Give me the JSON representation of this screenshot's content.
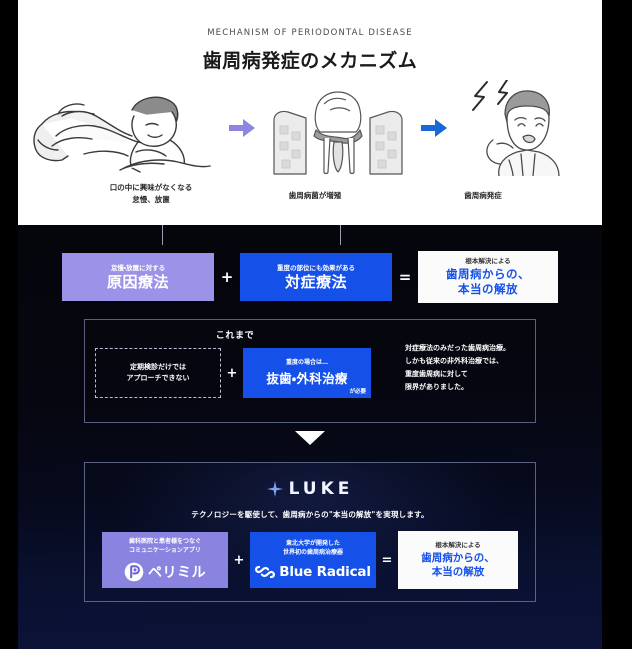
{
  "header": {
    "eyebrow": "MECHANISM OF PERIODONTAL DISEASE",
    "title": "歯周病発症のメカニズム",
    "illustrations": [
      {
        "icon": "person-lying-down-icon",
        "caption_line1": "口の中に興味がなくなる",
        "caption_line2": "怠慢、放置"
      },
      {
        "icon": "tooth-cross-section-icon",
        "caption_line1": "歯周病菌が増殖",
        "caption_line2": ""
      },
      {
        "icon": "person-toothache-icon",
        "caption_line1": "歯周病発症",
        "caption_line2": ""
      }
    ],
    "arrow1_icon": "arrow-right-purple-icon",
    "arrow2_icon": "arrow-right-blue-icon"
  },
  "formula": {
    "plus": "+",
    "equals": "=",
    "cause_box": {
      "sub": "怠慢・放置に対する",
      "main": "原因療法",
      "color": "#9a93e8"
    },
    "symptom_box": {
      "sub": "重度の部位にも効果がある",
      "main": "対症療法",
      "color": "#1550e8"
    },
    "result_box": {
      "sub": "根本解決による",
      "main_line1": "歯周病からの、",
      "main_line2": "本当の解放",
      "color": "#1550e8"
    }
  },
  "past": {
    "title": "これまで",
    "dashed_box": {
      "line1": "定期検診だけでは",
      "line2": "アプローチできない"
    },
    "plus": "+",
    "surgery_box": {
      "sub": "重度の場合は…",
      "main": "抜歯・外科治療",
      "note": "が必要"
    },
    "paragraph_lines": [
      "対症療法のみだった歯周病治療。",
      "しかも従来の非外科治療では、",
      "重度歯周病に対して",
      "限界がありました。"
    ]
  },
  "transition": {
    "arrow_icon": "triangle-down-icon"
  },
  "luke": {
    "sparkle_icon": "sparkle-icon",
    "brand": "LUKE",
    "tagline": "テクノロジーを駆使して、歯周病からの\"本当の解放\"を実現します。",
    "plus": "+",
    "equals": "=",
    "app_box": {
      "sub_line1": "歯科医院と患者様をつなぐ",
      "sub_line2": "コミュニケーションアプリ",
      "logo_icon": "perimiru-logo-icon",
      "logo_text": "ペリミル",
      "color": "#8b83e0"
    },
    "device_box": {
      "sub_line1": "東北大学が開発した",
      "sub_line2": "世界初の歯周病治療器",
      "logo_icon": "blue-radical-logo-icon",
      "logo_text": "Blue Radical",
      "color": "#1550e8"
    },
    "result_box": {
      "sub": "根本解決による",
      "main_line1": "歯周病からの、",
      "main_line2": "本当の解放"
    }
  }
}
